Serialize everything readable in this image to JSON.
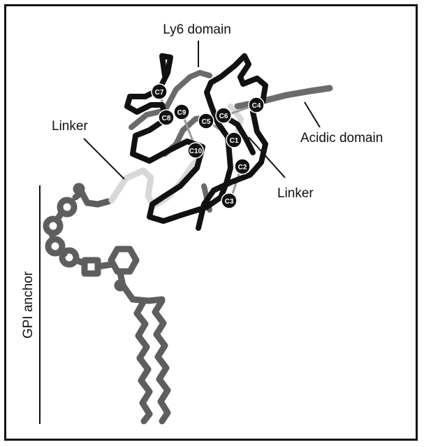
{
  "labels": {
    "ly6_domain": "Ly6 domain",
    "linker_left": "Linker",
    "acidic_domain": "Acidic domain",
    "linker_right": "Linker",
    "gpi_anchor": "GPI anchor"
  },
  "cysteines": [
    "C1",
    "C2",
    "C3",
    "C4",
    "C5",
    "C6",
    "C7",
    "C8",
    "C9",
    "C10"
  ],
  "colors": {
    "backbone": "#111111",
    "secondary": "#6b6b6b",
    "linker": "#d8d8d8",
    "gpi": "#5e5e5e",
    "frame": "#111111"
  }
}
